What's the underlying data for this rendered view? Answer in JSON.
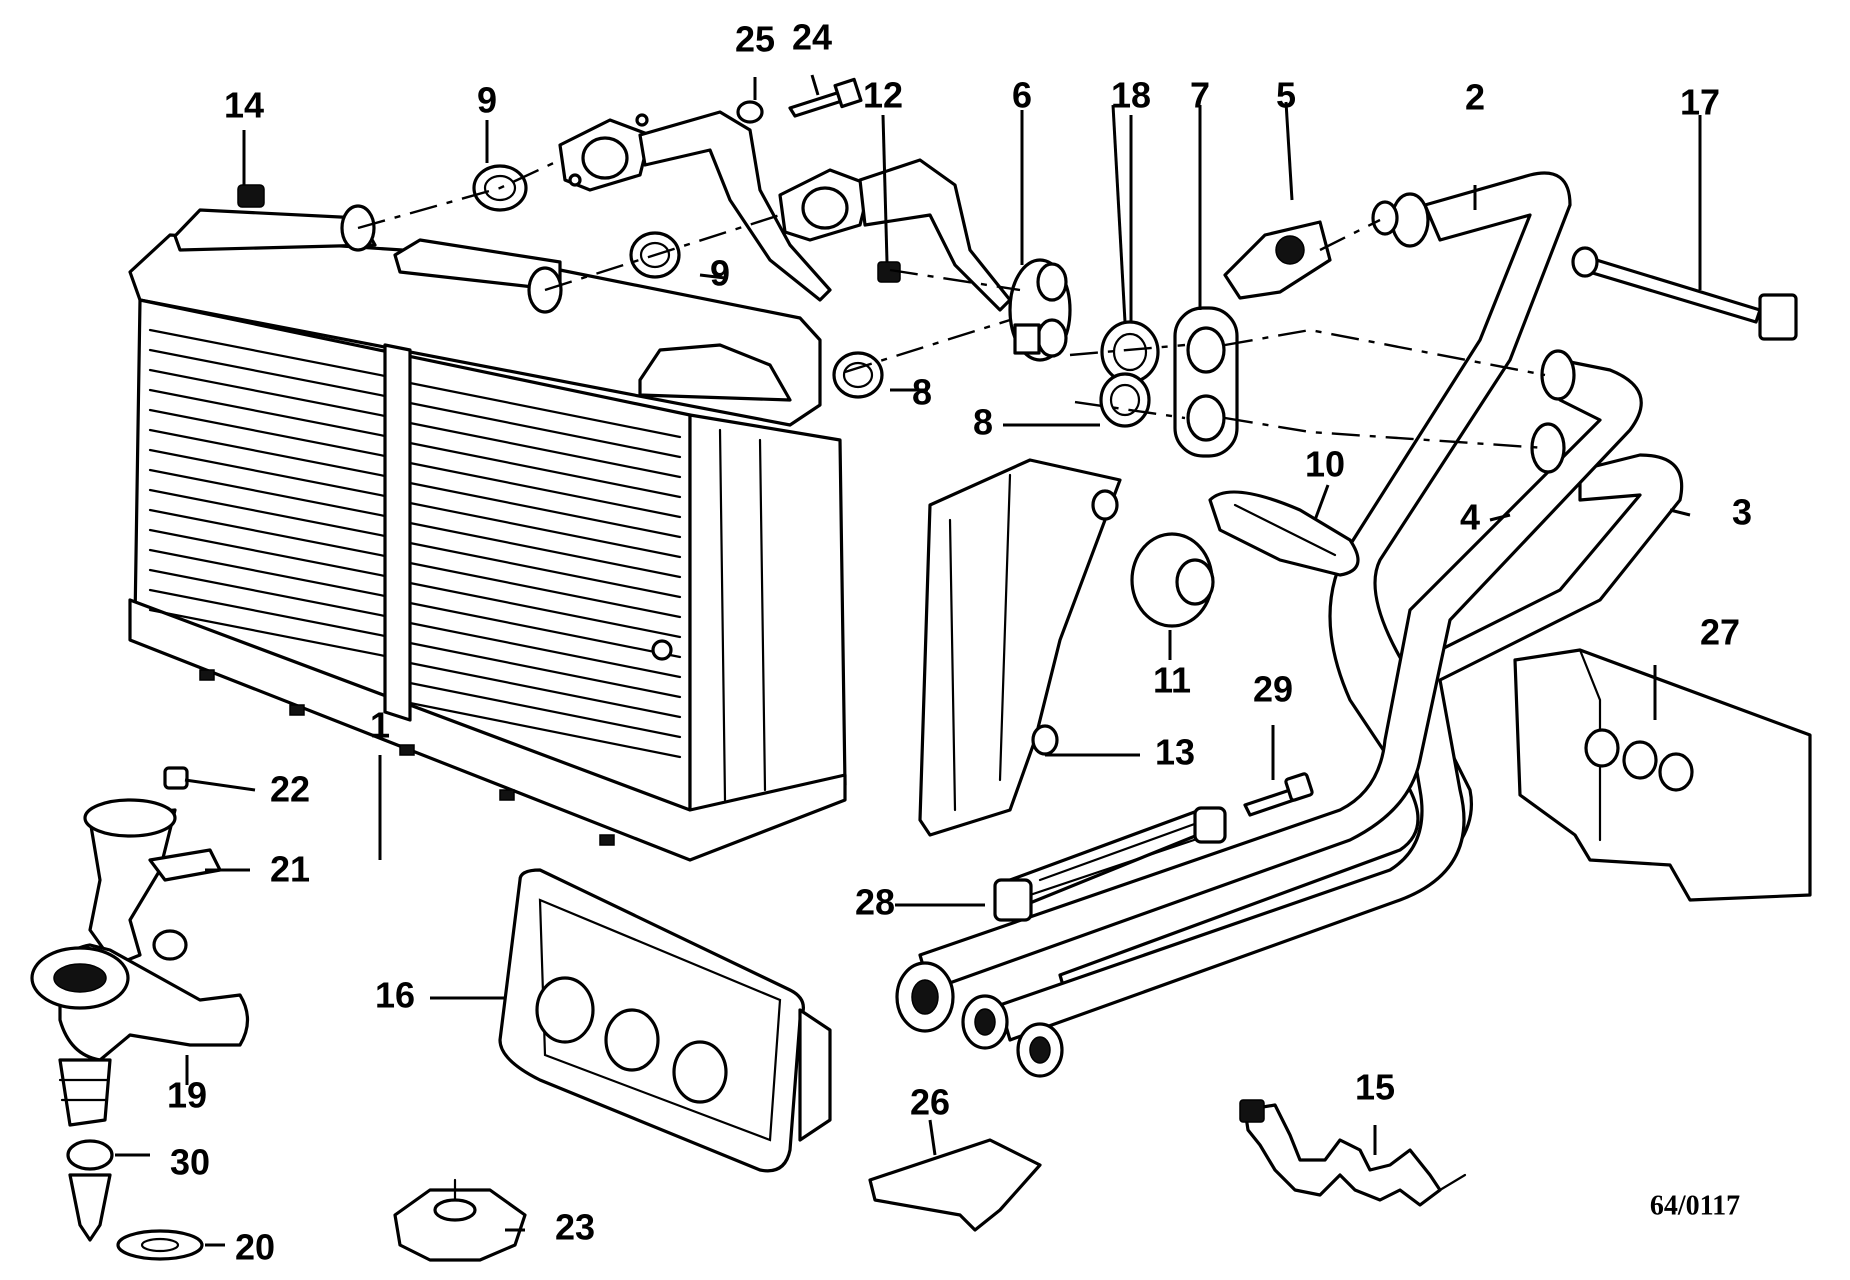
{
  "diagram": {
    "code": "64/0117",
    "labels": {
      "l1": "1",
      "l2": "2",
      "l3": "3",
      "l4": "4",
      "l5": "5",
      "l6": "6",
      "l7": "7",
      "l8a": "8",
      "l8b": "8",
      "l9a": "9",
      "l9b": "9",
      "l10": "10",
      "l11": "11",
      "l12": "12",
      "l13": "13",
      "l14": "14",
      "l15": "15",
      "l16": "16",
      "l17": "17",
      "l18": "18",
      "l19": "19",
      "l20": "20",
      "l21": "21",
      "l22": "22",
      "l23": "23",
      "l24": "24",
      "l25": "25",
      "l26": "26",
      "l27": "27",
      "l28": "28",
      "l29": "29",
      "l30": "30"
    }
  }
}
